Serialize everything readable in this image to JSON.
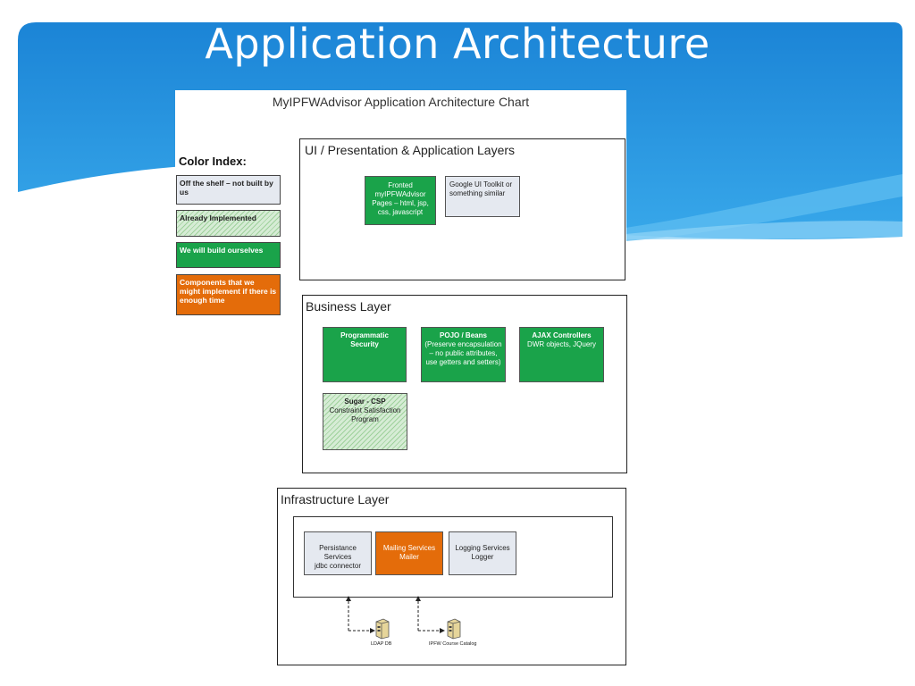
{
  "slide": {
    "title": "Application Architecture"
  },
  "chart": {
    "title": "MyIPFWAdvisor Application Architecture Chart"
  },
  "legend": {
    "title": "Color Index:",
    "items": [
      {
        "label": "Off the shelf – not built by us"
      },
      {
        "label": "Already Implemented"
      },
      {
        "label": "We will build ourselves"
      },
      {
        "label": "Components that we might implement if there is enough time"
      }
    ]
  },
  "ui_layer": {
    "title": "UI / Presentation & Application Layers",
    "frontend": "Fronted myIPFWAdvisor Pages – html, jsp, css, javascript",
    "toolkit": "Google UI Toolkit or something similar"
  },
  "business_layer": {
    "title": "Business Layer",
    "security": "Programmatic Security",
    "pojo_title": "POJO / Beans",
    "pojo_desc": "(Preserve encapsulation – no public attributes, use getters and setters)",
    "ajax_title": "AJAX Controllers",
    "ajax_desc": "DWR objects, JQuery",
    "sugar_title": "Sugar - CSP",
    "sugar_desc": "Constraint Satisfaction Program"
  },
  "infra_layer": {
    "title": "Infrastructure Layer",
    "persistence_1": "Persistance Services",
    "persistence_2": "jdbc connector",
    "mailing_1": "Mailing Services",
    "mailing_2": "Mailer",
    "logging_1": "Logging Services",
    "logging_2": "Logger",
    "ldap": "LDAP DB",
    "catalog": "IPFW Course Catalog"
  },
  "colors": {
    "banner": "#1f8fdc",
    "green": "#1aa34a",
    "orange": "#e46c0a",
    "light": "#e5e9f0"
  }
}
